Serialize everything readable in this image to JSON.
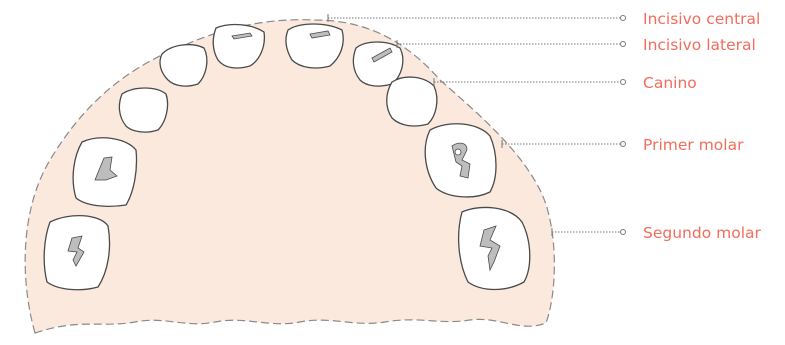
{
  "colors": {
    "arch_fill": "#fbe9dd",
    "arch_stroke": "#8a8a8a",
    "tooth_fill": "#ffffff",
    "tooth_stroke": "#4a4a4a",
    "cusp_fill": "#bdbdbd",
    "label": "#f26d5b",
    "leader": "#777777"
  },
  "labels": {
    "central": "Incisivo central",
    "lateral": "Incisivo lateral",
    "canine": "Canino",
    "first_molar": "Primer molar",
    "second_molar": "Segundo molar"
  }
}
